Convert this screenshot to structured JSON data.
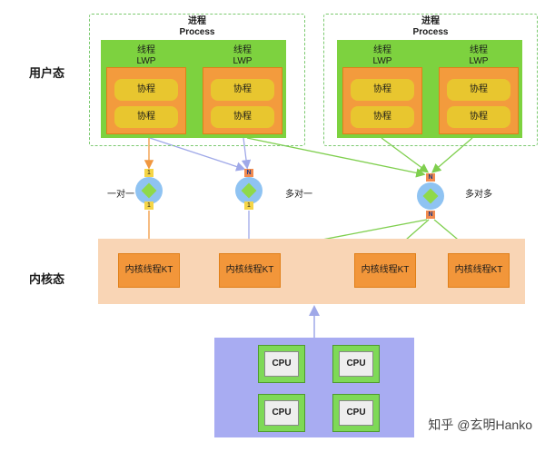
{
  "labels": {
    "user_mode": "用户态",
    "kernel_mode": "内核态"
  },
  "processes": [
    {
      "title_cn": "进程",
      "title_en": "Process",
      "lwps": [
        {
          "title_cn": "线程",
          "title_en": "LWP",
          "coroutines": [
            "协程",
            "协程"
          ]
        },
        {
          "title_cn": "线程",
          "title_en": "LWP",
          "coroutines": [
            "协程",
            "协程"
          ]
        }
      ]
    },
    {
      "title_cn": "进程",
      "title_en": "Process",
      "lwps": [
        {
          "title_cn": "线程",
          "title_en": "LWP",
          "coroutines": [
            "协程",
            "协程"
          ]
        },
        {
          "title_cn": "线程",
          "title_en": "LWP",
          "coroutines": [
            "协程",
            "协程"
          ]
        }
      ]
    }
  ],
  "models": [
    {
      "label": "一对一",
      "top_tag": "1",
      "bottom_tag": "1"
    },
    {
      "label": "多对一",
      "top_tag": "N",
      "bottom_tag": "1"
    },
    {
      "label": "多对多",
      "top_tag": "N",
      "bottom_tag": "N"
    }
  ],
  "kernel_threads": [
    "内核线程KT",
    "内核线程KT",
    "内核线程KT",
    "内核线程KT"
  ],
  "cpus": [
    "CPU",
    "CPU",
    "CPU",
    "CPU"
  ],
  "colors": {
    "orange_arrow": "#f0973f",
    "purple_arrow": "#9fa8e8",
    "green_arrow": "#7fcf4e"
  },
  "watermark": "知乎 @玄明Hanko"
}
